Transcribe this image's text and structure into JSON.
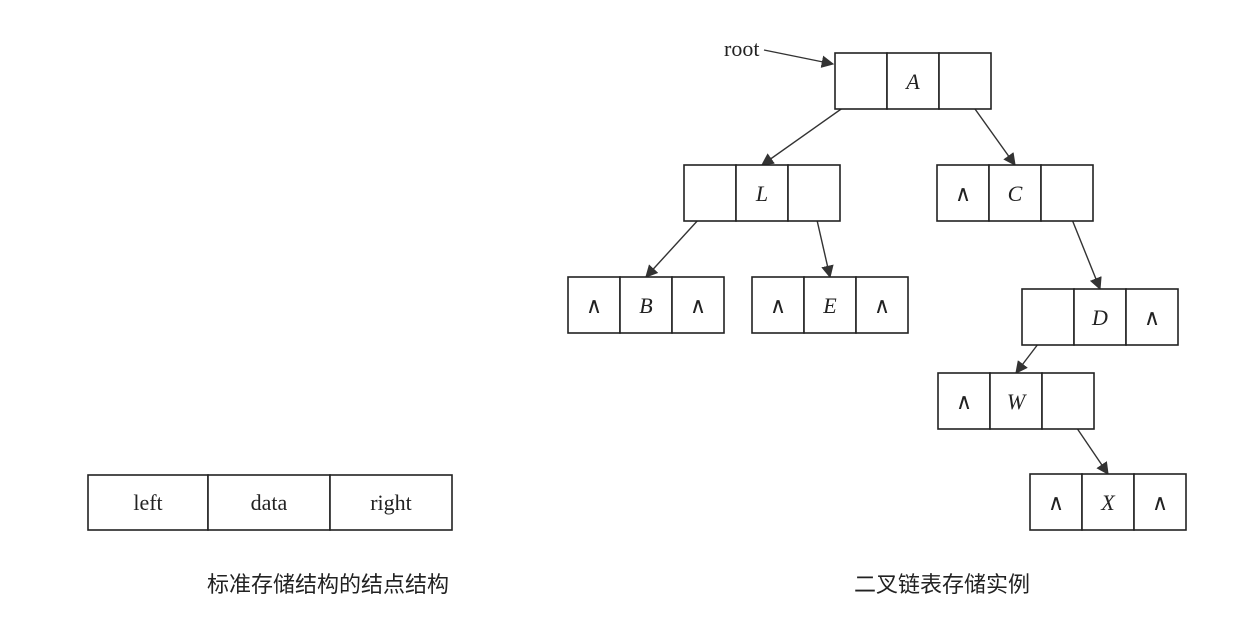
{
  "legend_node": {
    "fields": [
      "left",
      "data",
      "right"
    ]
  },
  "captions": {
    "left": "标准存储结构的结点结构",
    "right": "二叉链表存储实例"
  },
  "root_label": "root",
  "null_symbol": "∧",
  "nodes": [
    {
      "id": "A",
      "data": "A",
      "left": null,
      "right": null
    },
    {
      "id": "L",
      "data": "L",
      "left": null,
      "right": null
    },
    {
      "id": "C",
      "data": "C",
      "left": "∧",
      "right": null
    },
    {
      "id": "B",
      "data": "B",
      "left": "∧",
      "right": "∧"
    },
    {
      "id": "E",
      "data": "E",
      "left": "∧",
      "right": "∧"
    },
    {
      "id": "D",
      "data": "D",
      "left": null,
      "right": "∧"
    },
    {
      "id": "W",
      "data": "W",
      "left": "∧",
      "right": null
    },
    {
      "id": "X",
      "data": "X",
      "left": "∧",
      "right": "∧"
    }
  ],
  "edges": [
    {
      "from": "A",
      "side": "left",
      "to": "L"
    },
    {
      "from": "A",
      "side": "right",
      "to": "C"
    },
    {
      "from": "L",
      "side": "left",
      "to": "B"
    },
    {
      "from": "L",
      "side": "right",
      "to": "E"
    },
    {
      "from": "C",
      "side": "right",
      "to": "D"
    },
    {
      "from": "D",
      "side": "left",
      "to": "W"
    },
    {
      "from": "W",
      "side": "right",
      "to": "X"
    }
  ]
}
